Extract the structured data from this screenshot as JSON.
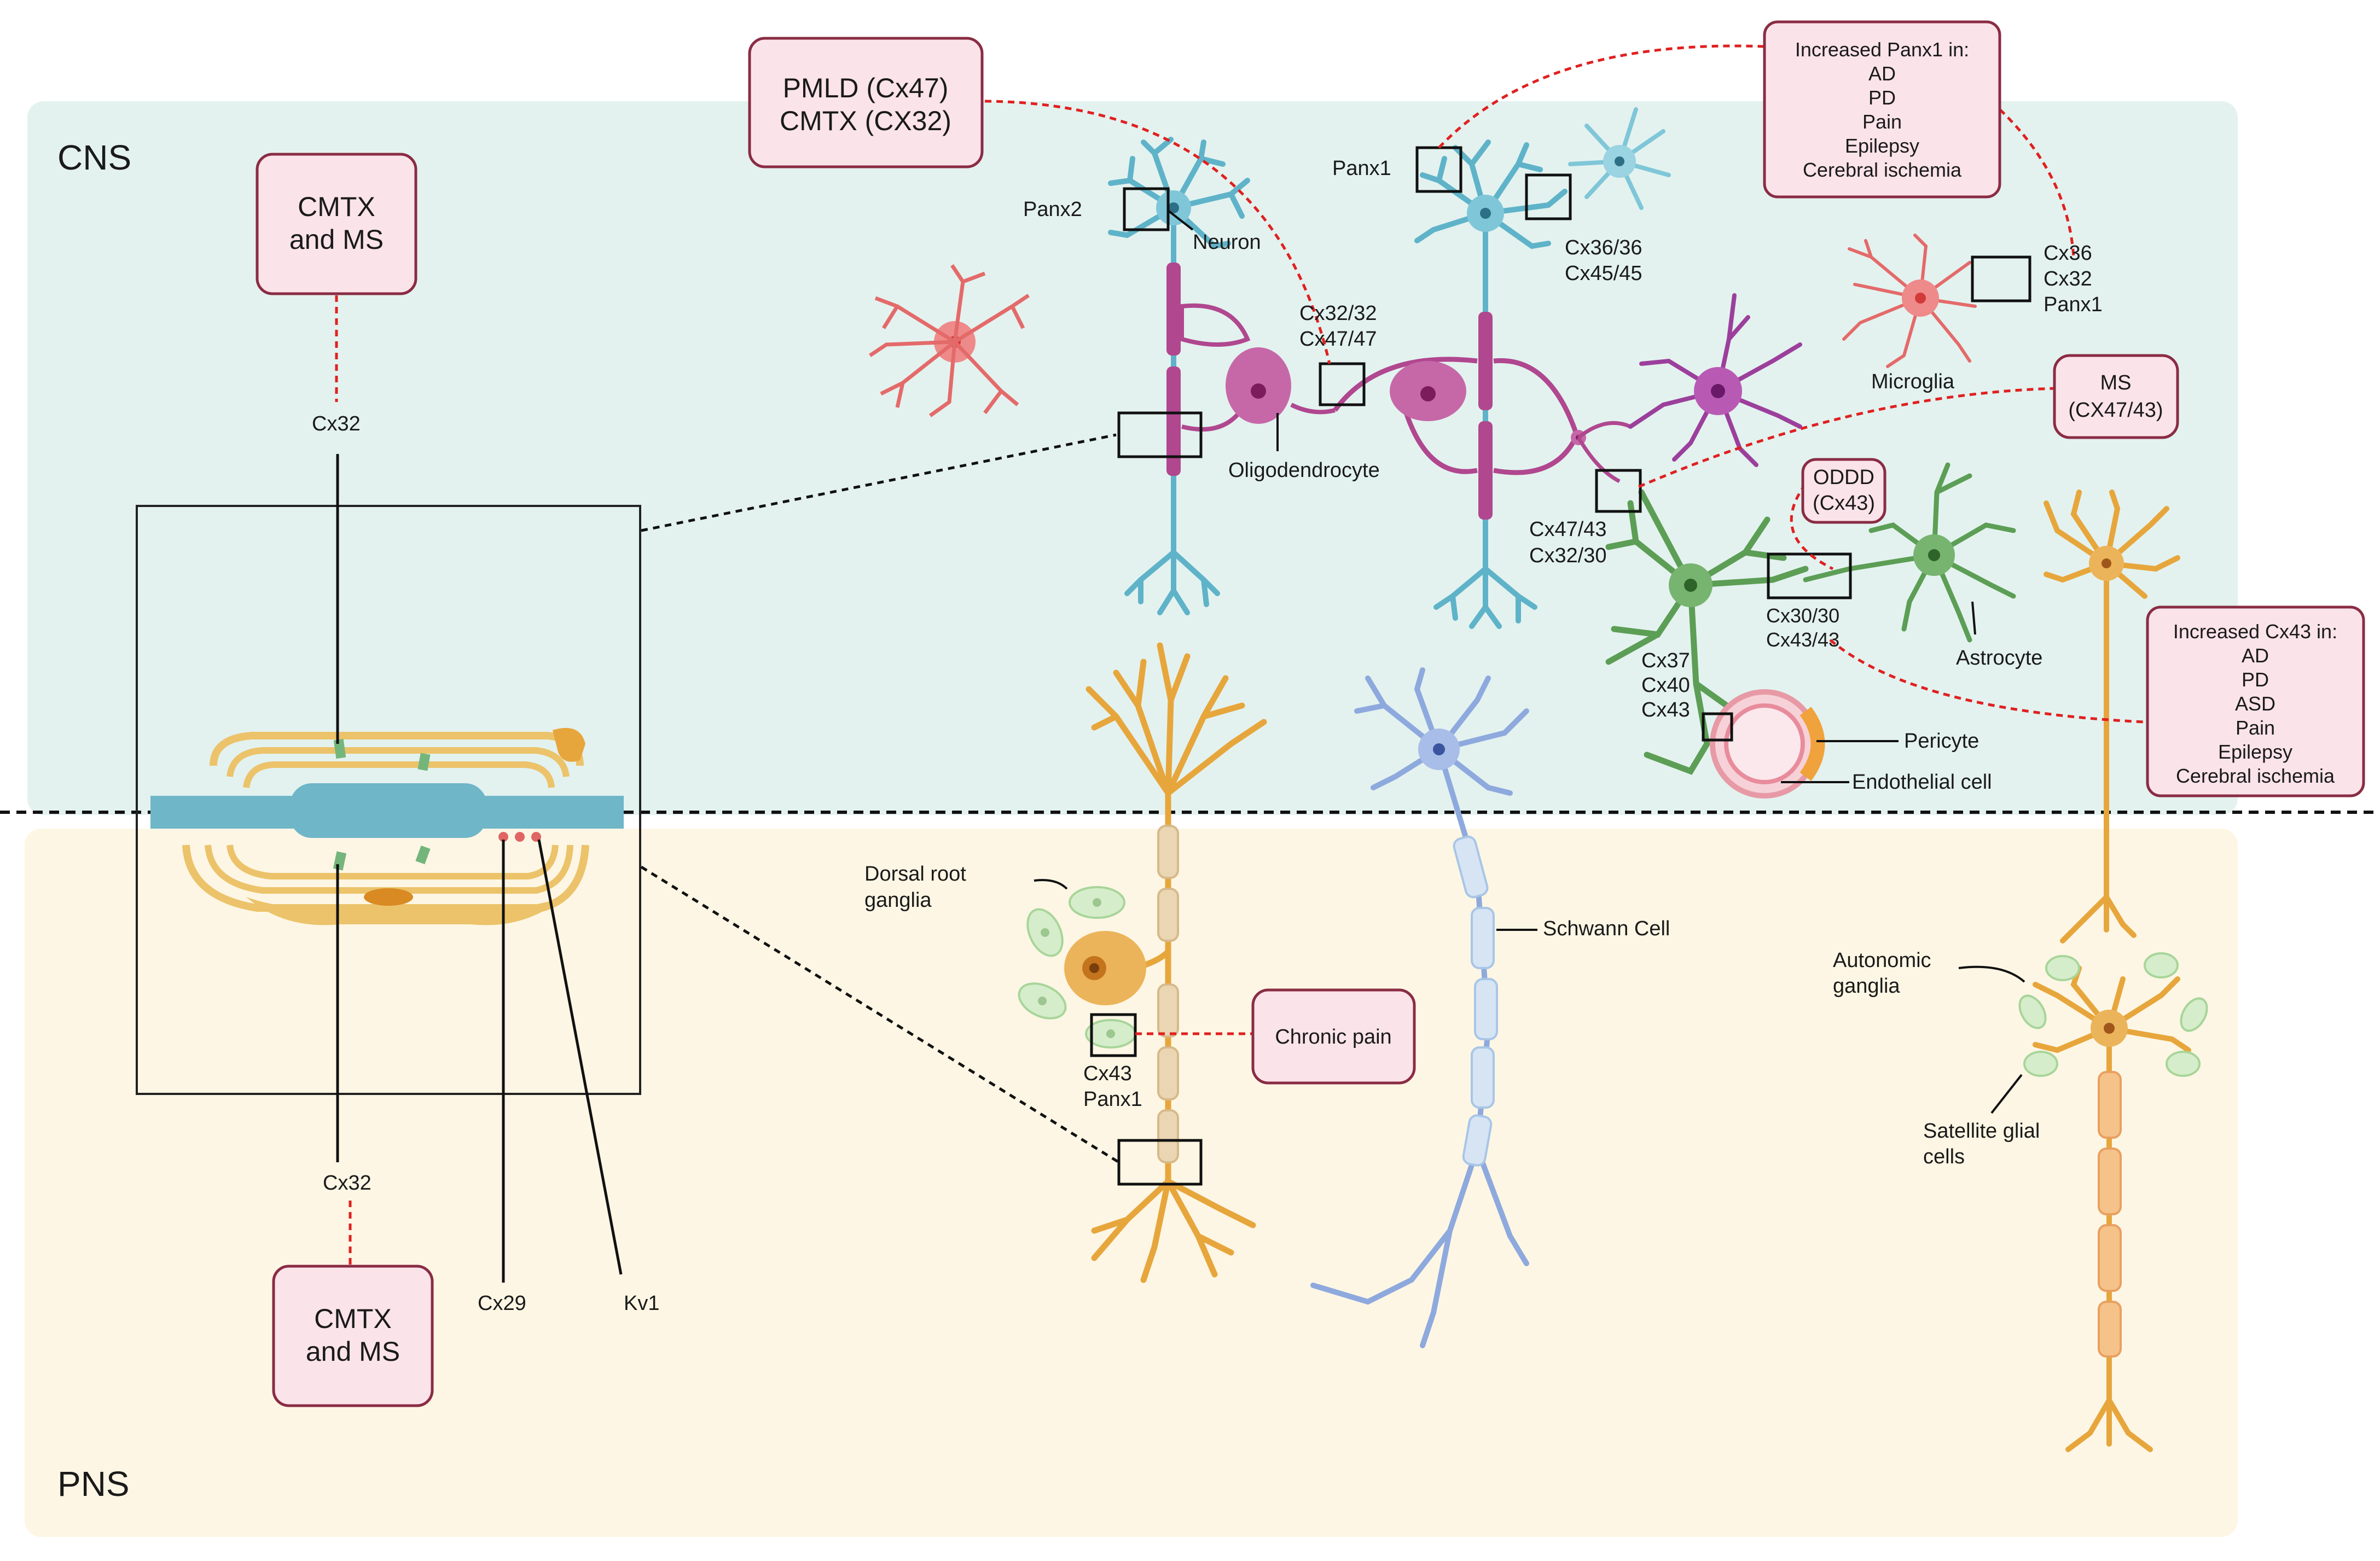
{
  "regions": {
    "cns": "CNS",
    "pns": "PNS"
  },
  "diseases": {
    "cmtx_ms_top": [
      "CMTX",
      "and MS"
    ],
    "cmtx_ms_bottom": [
      "CMTX",
      "and MS"
    ],
    "pmld_cmtx": [
      "PMLD (Cx47)",
      "CMTX (CX32)"
    ],
    "panx1_increase": [
      "Increased Panx1 in:",
      "AD",
      "PD",
      "Pain",
      "Epilepsy",
      "Cerebral ischemia"
    ],
    "ms_cx47": [
      "MS",
      "(CX47/43)"
    ],
    "oddd": [
      "ODDD",
      "(Cx43)"
    ],
    "cx43_increase": [
      "Increased Cx43 in:",
      "AD",
      "PD",
      "ASD",
      "Pain",
      "Epilepsy",
      "Cerebral ischemia"
    ],
    "chronic_pain": [
      "Chronic pain"
    ]
  },
  "channels": {
    "cx32_top": "Cx32",
    "cx32_bottom": "Cx32",
    "cx29": "Cx29",
    "kv1": "Kv1",
    "panx2": "Panx2",
    "panx1": "Panx1",
    "cx36_45": [
      "Cx36/36",
      "Cx45/45"
    ],
    "cx32_47": [
      "Cx32/32",
      "Cx47/47"
    ],
    "microglia_channels": [
      "Cx36",
      "Cx32",
      "Panx1"
    ],
    "cx47_43_32_30": [
      "Cx47/43",
      "Cx32/30"
    ],
    "cx30_43": [
      "Cx30/30",
      "Cx43/43"
    ],
    "pericyte_channels": [
      "Cx37",
      "Cx40",
      "Cx43"
    ],
    "drg_channels": [
      "Cx43",
      "Panx1"
    ]
  },
  "cells": {
    "neuron": "Neuron",
    "oligodendrocyte": "Oligodendrocyte",
    "microglia": "Microglia",
    "astrocyte": "Astrocyte",
    "pericyte": "Pericyte",
    "endothelial": "Endothelial cell",
    "drg": [
      "Dorsal root",
      "ganglia"
    ],
    "schwann": "Schwann Cell",
    "autonomic": [
      "Autonomic",
      "ganglia"
    ],
    "satellite": [
      "Satellite glial",
      "cells"
    ]
  },
  "colors": {
    "cns_bg": "#e3f2ef",
    "pns_bg": "#fdf6e4",
    "box_fill": "#fbe3ea",
    "box_stroke": "#8a2c44",
    "disease_link": "#e02020",
    "neuron_blue": "#5fb3c9",
    "oligo_purple": "#b0478f",
    "microglia_red": "#e46a6a",
    "astro_green": "#5c9e55",
    "schwann_blue": "#8ea9dd",
    "drg_orange": "#e7a63c"
  }
}
